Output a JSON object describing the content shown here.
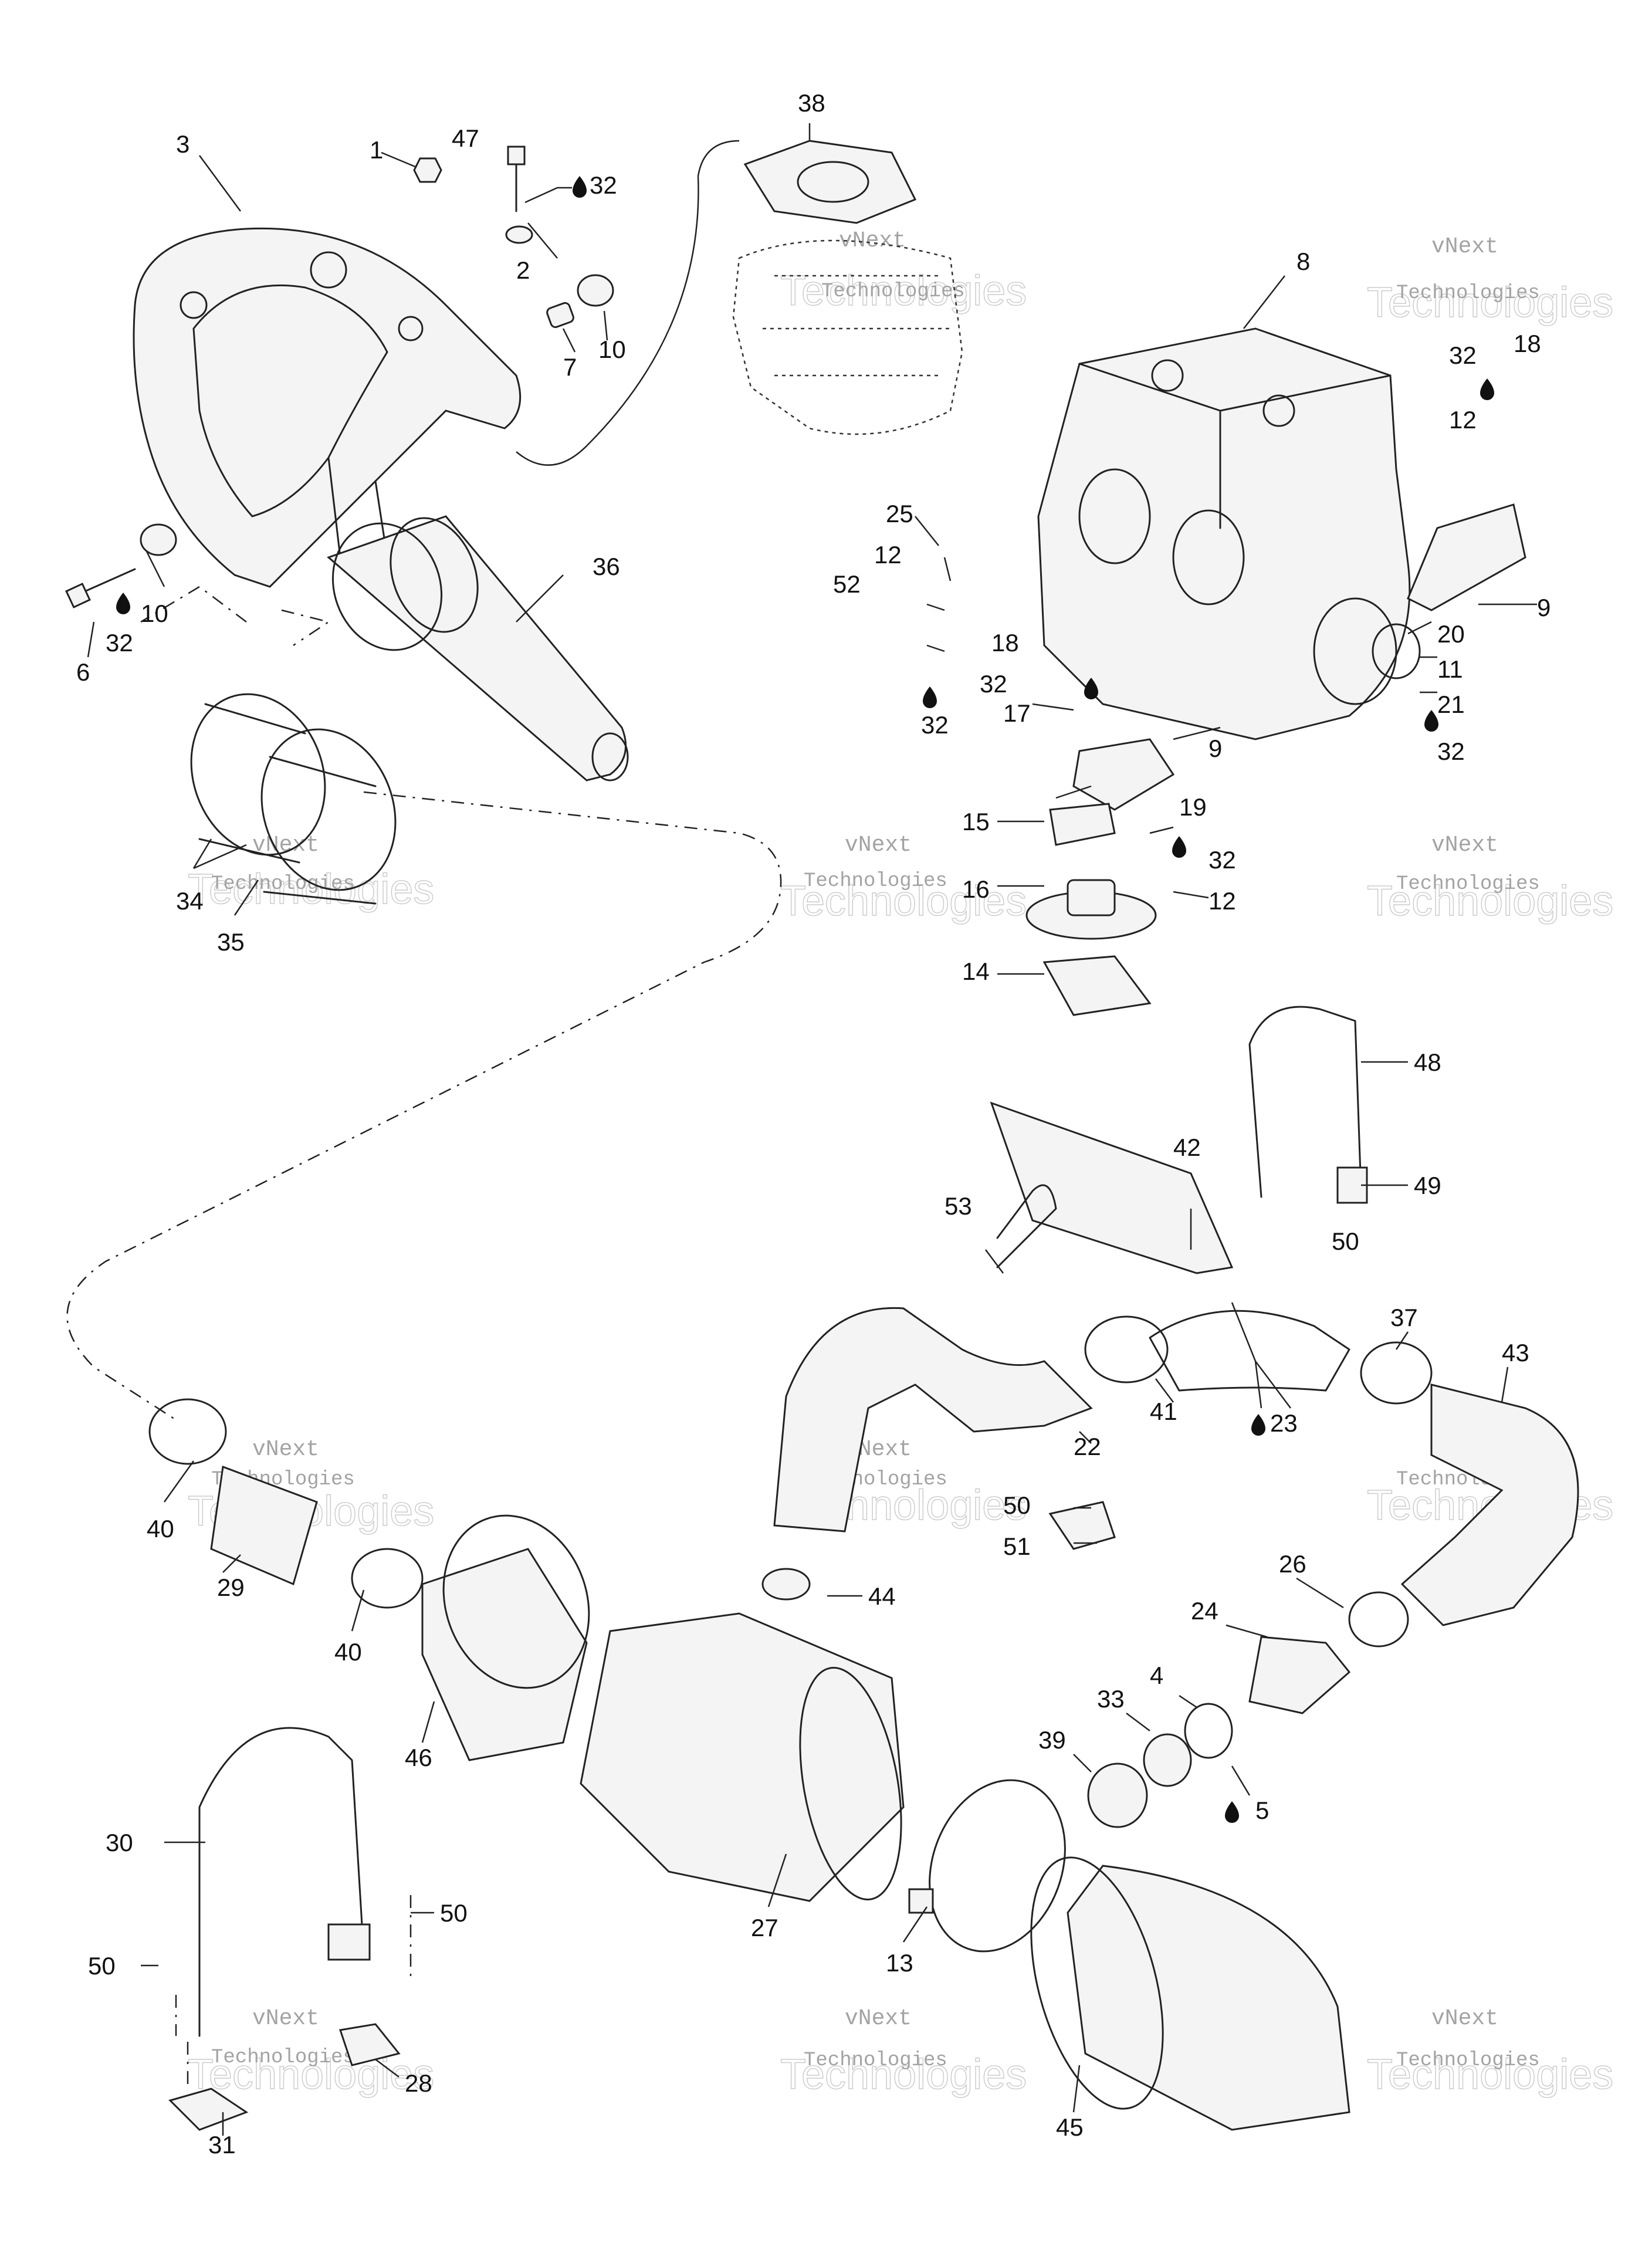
{
  "watermark": {
    "line1": "vNext",
    "line2": "Technologies",
    "big": "Technologies"
  },
  "callouts": [
    {
      "id": "c1",
      "text": "1"
    },
    {
      "id": "c2",
      "text": "2"
    },
    {
      "id": "c3",
      "text": "3"
    },
    {
      "id": "c4",
      "text": "4"
    },
    {
      "id": "c5",
      "text": "5"
    },
    {
      "id": "c6",
      "text": "6"
    },
    {
      "id": "c7",
      "text": "7"
    },
    {
      "id": "c8",
      "text": "8"
    },
    {
      "id": "c9a",
      "text": "9"
    },
    {
      "id": "c9b",
      "text": "9"
    },
    {
      "id": "c10a",
      "text": "10"
    },
    {
      "id": "c10b",
      "text": "10"
    },
    {
      "id": "c11",
      "text": "11"
    },
    {
      "id": "c12a",
      "text": "12"
    },
    {
      "id": "c12b",
      "text": "12"
    },
    {
      "id": "c12c",
      "text": "12"
    },
    {
      "id": "c13",
      "text": "13"
    },
    {
      "id": "c14",
      "text": "14"
    },
    {
      "id": "c15",
      "text": "15"
    },
    {
      "id": "c16",
      "text": "16"
    },
    {
      "id": "c17",
      "text": "17"
    },
    {
      "id": "c18a",
      "text": "18"
    },
    {
      "id": "c18b",
      "text": "18"
    },
    {
      "id": "c19",
      "text": "19"
    },
    {
      "id": "c20",
      "text": "20"
    },
    {
      "id": "c21",
      "text": "21"
    },
    {
      "id": "c22",
      "text": "22"
    },
    {
      "id": "c23",
      "text": "23"
    },
    {
      "id": "c24",
      "text": "24"
    },
    {
      "id": "c25",
      "text": "25"
    },
    {
      "id": "c26",
      "text": "26"
    },
    {
      "id": "c27",
      "text": "27"
    },
    {
      "id": "c28",
      "text": "28"
    },
    {
      "id": "c29",
      "text": "29"
    },
    {
      "id": "c30",
      "text": "30"
    },
    {
      "id": "c31",
      "text": "31"
    },
    {
      "id": "c32a",
      "text": "32"
    },
    {
      "id": "c32b",
      "text": "32"
    },
    {
      "id": "c32c",
      "text": "32"
    },
    {
      "id": "c32d",
      "text": "32"
    },
    {
      "id": "c32e",
      "text": "32"
    },
    {
      "id": "c32f",
      "text": "32"
    },
    {
      "id": "c32g",
      "text": "32"
    },
    {
      "id": "c33",
      "text": "33"
    },
    {
      "id": "c34",
      "text": "34"
    },
    {
      "id": "c35",
      "text": "35"
    },
    {
      "id": "c36",
      "text": "36"
    },
    {
      "id": "c37",
      "text": "37"
    },
    {
      "id": "c38",
      "text": "38"
    },
    {
      "id": "c39",
      "text": "39"
    },
    {
      "id": "c40a",
      "text": "40"
    },
    {
      "id": "c40b",
      "text": "40"
    },
    {
      "id": "c41",
      "text": "41"
    },
    {
      "id": "c42",
      "text": "42"
    },
    {
      "id": "c43",
      "text": "43"
    },
    {
      "id": "c44",
      "text": "44"
    },
    {
      "id": "c45",
      "text": "45"
    },
    {
      "id": "c46",
      "text": "46"
    },
    {
      "id": "c47",
      "text": "47"
    },
    {
      "id": "c48",
      "text": "48"
    },
    {
      "id": "c49",
      "text": "49"
    },
    {
      "id": "c50a",
      "text": "50"
    },
    {
      "id": "c50b",
      "text": "50"
    },
    {
      "id": "c50c",
      "text": "50"
    },
    {
      "id": "c50d",
      "text": "50"
    },
    {
      "id": "c51",
      "text": "51"
    },
    {
      "id": "c52",
      "text": "52"
    },
    {
      "id": "c53",
      "text": "53"
    }
  ]
}
